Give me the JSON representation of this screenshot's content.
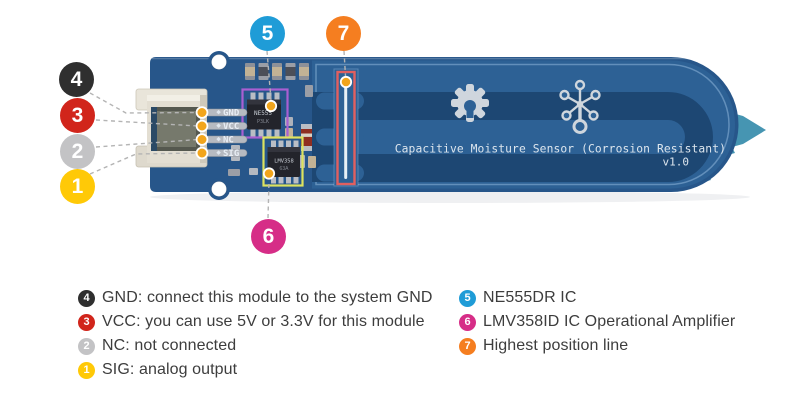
{
  "board": {
    "silkscreen_title": "Capacitive Moisture Sensor (Corrosion Resistant)",
    "silkscreen_version": "v1.0",
    "pins": [
      "GND",
      "VCC",
      "NC",
      "SIG"
    ],
    "ic1_marking": "NE555",
    "ic2_marking": "LMV358",
    "icons": [
      "gear-icon",
      "node-network-icon"
    ],
    "colors": {
      "pcb_left_section": "#27568a",
      "pcb_sensor_area": "#2d6195",
      "dark_trace": "#1d4773",
      "probe_tip": "#4695b2",
      "ne555_highlight_box": "#a95fd2",
      "lmv358_highlight_box": "#dce35f",
      "position_line_box": "#e25f5f",
      "marker_dot": "#f2a51c"
    }
  },
  "legend": {
    "left": [
      {
        "num": "4",
        "color": "#2f2f2f",
        "text": "GND: connect this module to the system GND"
      },
      {
        "num": "3",
        "color": "#d1251b",
        "text": "VCC: you can use 5V or 3.3V for this module"
      },
      {
        "num": "2",
        "color": "#c3c3c5",
        "text": "NC: not connected"
      },
      {
        "num": "1",
        "color": "#ffc907",
        "text": "SIG: analog output"
      }
    ],
    "right": [
      {
        "num": "5",
        "color": "#1f9cd7",
        "text": "NE555DR IC"
      },
      {
        "num": "6",
        "color": "#d62d87",
        "text": "LMV358ID IC Operational Amplifier"
      },
      {
        "num": "7",
        "color": "#f57e20",
        "text": "Highest position line"
      }
    ]
  }
}
